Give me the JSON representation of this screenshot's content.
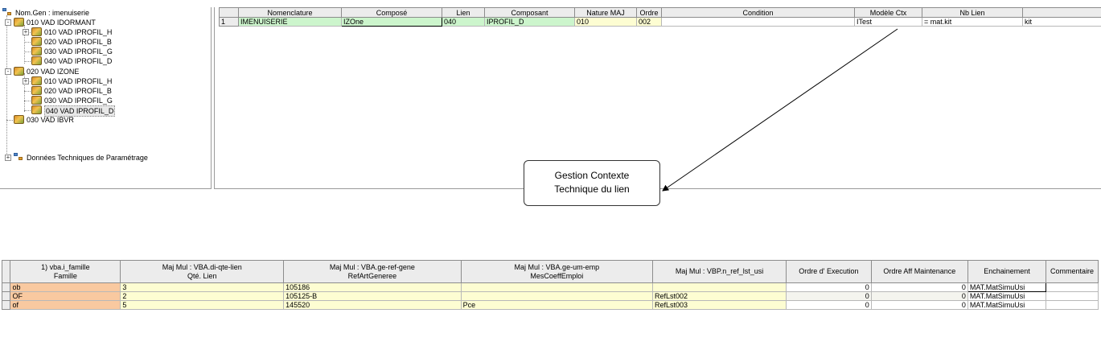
{
  "tree": {
    "root": "Nom.Gen : imenuiserie",
    "nodes": [
      {
        "label": "010 VAD IDORMANT",
        "level": 1,
        "exp": "-"
      },
      {
        "label": "010 VAD IPROFIL_H",
        "level": 2,
        "exp": "+"
      },
      {
        "label": "020 VAD IPROFIL_B",
        "level": 2,
        "exp": ""
      },
      {
        "label": "030 VAD IPROFIL_G",
        "level": 2,
        "exp": ""
      },
      {
        "label": "040 VAD IPROFIL_D",
        "level": 2,
        "exp": ""
      },
      {
        "label": "020 VAD IZONE",
        "level": 1,
        "exp": "-"
      },
      {
        "label": "010 VAD IPROFIL_H",
        "level": 2,
        "exp": "+"
      },
      {
        "label": "020 VAD IPROFIL_B",
        "level": 2,
        "exp": ""
      },
      {
        "label": "030 VAD IPROFIL_G",
        "level": 2,
        "exp": ""
      },
      {
        "label": "040 VAD IPROFIL_D",
        "level": 2,
        "exp": "",
        "selected": true
      },
      {
        "label": "030 VAD IBVR",
        "level": 1,
        "exp": ""
      }
    ],
    "footer": "Données Techniques de Paramétrage"
  },
  "topgrid": {
    "headers": [
      "Nomenclature",
      "Composé",
      "Lien",
      "Composant",
      "Nature MAJ",
      "Ordre",
      "Condition",
      "Modèle Ctx",
      "Nb Lien",
      ""
    ],
    "rows": [
      {
        "num": "1",
        "cells": [
          "IMENUISERIE",
          "IZOne",
          "040",
          "IPROFIL_D",
          "010",
          "002",
          "",
          "ITest",
          "= mat.kit",
          "kit"
        ]
      }
    ]
  },
  "callout": {
    "line1": "Gestion Contexte",
    "line2": "Technique du lien"
  },
  "bottomgrid": {
    "headers": [
      {
        "l1": "1) vba.i_famille",
        "l2": "Famille"
      },
      {
        "l1": "Maj Mul : VBA.di-qte-lien",
        "l2": "Qté. Lien"
      },
      {
        "l1": "Maj Mul : VBA.ge-ref-gene",
        "l2": "RefArtGeneree"
      },
      {
        "l1": "Maj Mul : VBA.ge-um-emp",
        "l2": "MesCoeffEmploi"
      },
      {
        "l1": "Maj Mul : VBP.n_ref_lst_usi",
        "l2": ""
      },
      {
        "l1": "Ordre d' Execution",
        "l2": ""
      },
      {
        "l1": "Ordre Aff Maintenance",
        "l2": ""
      },
      {
        "l1": "Enchainement",
        "l2": ""
      },
      {
        "l1": "Commentaire",
        "l2": ""
      }
    ],
    "rows": [
      [
        "ob",
        "3",
        "105186",
        "",
        "",
        "0",
        "0",
        "MAT.MatSimuUsi",
        ""
      ],
      [
        "OF",
        "2",
        "105125-B",
        "",
        "RefLst002",
        "0",
        "0",
        "MAT.MatSimuUsi",
        ""
      ],
      [
        "of",
        "5",
        "145520",
        "Pce",
        "RefLst003",
        "0",
        "0",
        "MAT.MatSimuUsi",
        ""
      ]
    ]
  }
}
